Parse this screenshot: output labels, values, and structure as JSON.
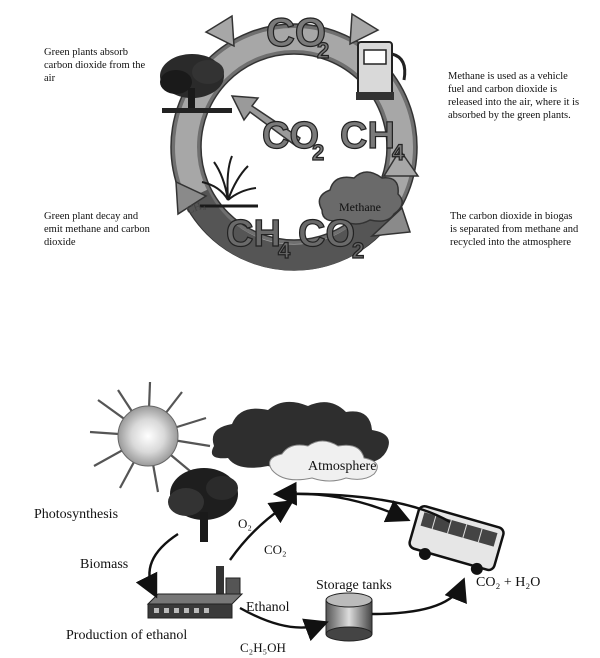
{
  "cycle1": {
    "notes": {
      "absorb": "Green plants absorb carbon dioxide from the air",
      "vehicle": "Methane is used as a vehicle fuel and carbon dioxide is released into the air, where it is absorbed by the green plants.",
      "decay": "Green plant decay and emit methane and carbon dioxide",
      "separate": "The carbon dioxide in biogas is separated from methane and recycled into the atmosphere"
    },
    "chem": {
      "co2_main": "CO",
      "co2_sub": "2",
      "ch_main": "CH",
      "ch_sub": "4",
      "methane_cloud": "Methane"
    }
  },
  "cycle2": {
    "labels": {
      "atmosphere": "Atmosphere",
      "photosynthesis": "Photosynthesis",
      "o2": "O₂",
      "co2": "CO₂",
      "biomass": "Biomass",
      "storage": "Storage tanks",
      "ethanol": "Ethanol",
      "production": "Production of ethanol",
      "formula": "C₂H₅OH",
      "products": "CO₂ + H₂O"
    }
  },
  "colors": {
    "ring": "#8f8f8f",
    "ring_dark": "#5a5a5a",
    "text_3d": "#6e6e6e",
    "ink": "#111111"
  }
}
